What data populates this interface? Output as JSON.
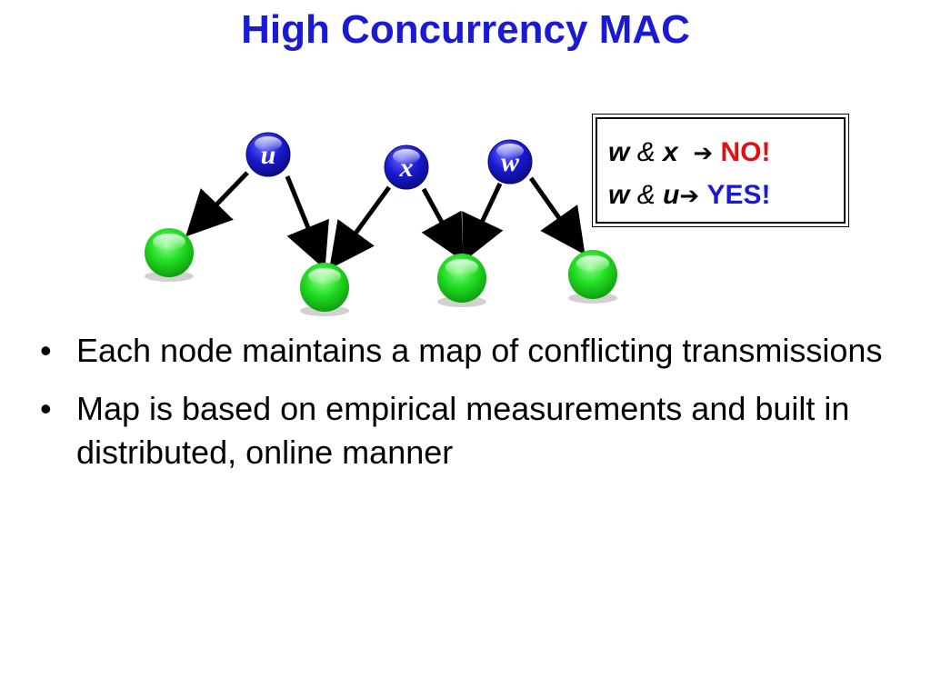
{
  "title": "High Concurrency MAC",
  "diagram": {
    "nodes": {
      "u": "u",
      "x": "x",
      "w": "w"
    }
  },
  "legend": {
    "line1": {
      "a": "w",
      "amp": "&",
      "b": "x",
      "result": "NO!"
    },
    "line2": {
      "a": "w",
      "amp": "&",
      "b": "u",
      "result": "YES!"
    }
  },
  "bullets": [
    "Each node maintains a map of conflicting transmissions",
    "Map is based on empirical measurements and built in distributed, online manner"
  ],
  "colors": {
    "title": "#1a1ad4",
    "sender_node": "#1a1ad4",
    "receiver_node": "#1fd01f",
    "no": "#e01010",
    "yes": "#1a1ad4"
  }
}
